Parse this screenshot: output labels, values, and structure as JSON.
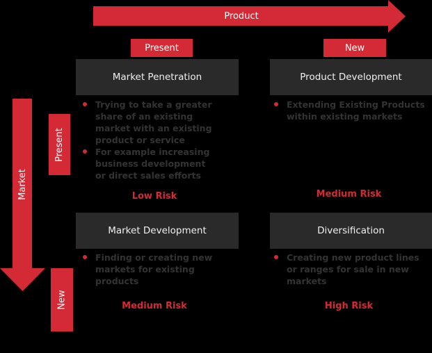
{
  "colors": {
    "accent": "#d42a35",
    "box": "#2a2a2a",
    "body_text": "#333333",
    "background": "#000000"
  },
  "axes": {
    "product": {
      "label": "Product",
      "columns": [
        "Present",
        "New"
      ]
    },
    "market": {
      "label": "Market",
      "rows": [
        "Present",
        "New"
      ]
    }
  },
  "quadrants": [
    {
      "title": "Market Penetration",
      "bullets": [
        "Trying to take a greater share of an existing market with an existing product or service",
        "For example increasing business development or direct sales efforts"
      ],
      "risk": "Low Risk"
    },
    {
      "title": "Product Development",
      "bullets": [
        "Extending Existing Products within existing markets"
      ],
      "risk": "Medium Risk"
    },
    {
      "title": "Market Development",
      "bullets": [
        "Finding or creating new markets for existing products"
      ],
      "risk": "Medium Risk"
    },
    {
      "title": "Diversification",
      "bullets": [
        "Creating new product lines or ranges for sale in new markets"
      ],
      "risk": "High Risk"
    }
  ]
}
